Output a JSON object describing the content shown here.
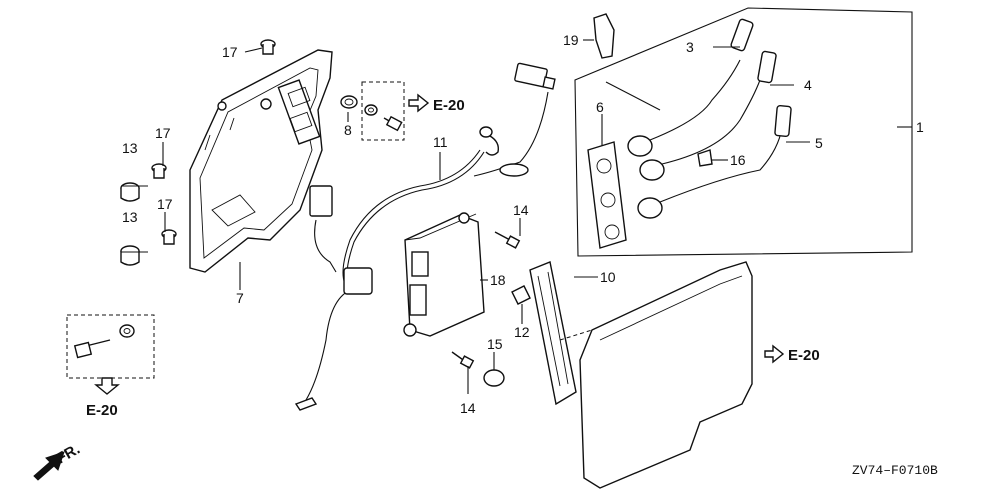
{
  "callouts": {
    "c1": "1",
    "c3": "3",
    "c4": "4",
    "c5": "5",
    "c6": "6",
    "c7": "7",
    "c8": "8",
    "c10": "10",
    "c11": "11",
    "c12": "12",
    "c13a": "13",
    "c13b": "13",
    "c14a": "14",
    "c14b": "14",
    "c15": "15",
    "c16": "16",
    "c17a": "17",
    "c17b": "17",
    "c17c": "17",
    "c18": "18",
    "c19": "19"
  },
  "references": {
    "ref_top": "E-20",
    "ref_left": "E-20",
    "ref_right": "E-20"
  },
  "direction": {
    "label": "FR."
  },
  "diagram_code": "ZV74–F0710B"
}
